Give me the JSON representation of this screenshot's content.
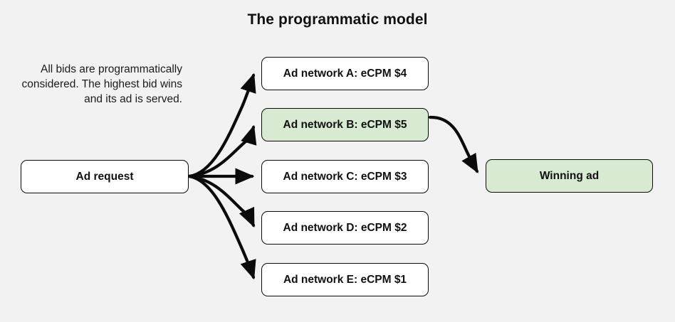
{
  "title": "The programmatic model",
  "caption": "All bids are programmatically considered. The highest bid wins and its ad is served.",
  "colors": {
    "background": "#f1f2f1",
    "node_fill": "#ffffff",
    "highlight_fill": "#d9ead3",
    "stroke": "#0b0b0b",
    "text": "#111111"
  },
  "nodes": {
    "request": {
      "label": "Ad request",
      "highlighted": false
    },
    "winner": {
      "label": "Winning ad",
      "highlighted": true
    },
    "networks": [
      {
        "label": "Ad network A: eCPM $4",
        "network": "A",
        "ecpm": 4,
        "highlighted": false
      },
      {
        "label": "Ad network B: eCPM $5",
        "network": "B",
        "ecpm": 5,
        "highlighted": true
      },
      {
        "label": "Ad network C: eCPM $3",
        "network": "C",
        "ecpm": 3,
        "highlighted": false
      },
      {
        "label": "Ad network D: eCPM $2",
        "network": "D",
        "ecpm": 2,
        "highlighted": false
      },
      {
        "label": "Ad network E: eCPM $1",
        "network": "E",
        "ecpm": 1,
        "highlighted": false
      }
    ]
  },
  "edges": [
    {
      "from": "request",
      "to": "network-a"
    },
    {
      "from": "request",
      "to": "network-b"
    },
    {
      "from": "request",
      "to": "network-c"
    },
    {
      "from": "request",
      "to": "network-d"
    },
    {
      "from": "request",
      "to": "network-e"
    },
    {
      "from": "network-b",
      "to": "winner"
    }
  ]
}
